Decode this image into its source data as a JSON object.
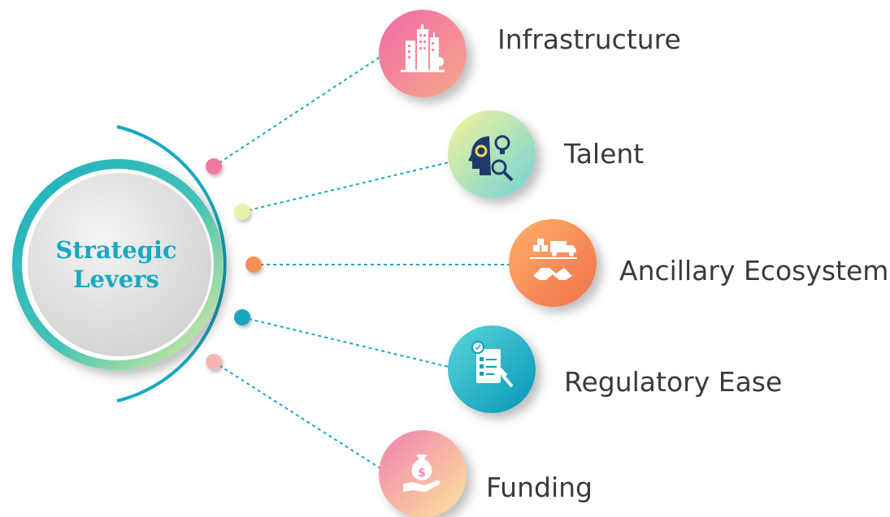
{
  "center": {
    "line1": "Strategic",
    "line2": "Levers"
  },
  "levers": [
    {
      "label": "Infrastructure",
      "icon": "city-buildings-icon"
    },
    {
      "label": "Talent",
      "icon": "head-gear-lightbulb-magnifier-icon"
    },
    {
      "label": "Ancillary Ecosystem",
      "icon": "truck-handshake-icon"
    },
    {
      "label": "Regulatory Ease",
      "icon": "checklist-gavel-icon"
    },
    {
      "label": "Funding",
      "icon": "money-bag-hand-icon"
    }
  ],
  "colors": {
    "accent": "#17a9c0",
    "infrastructure": [
      "#f26aa8",
      "#f4a38a"
    ],
    "talent": [
      "#f6f59a",
      "#7fd6d8"
    ],
    "ancillary": [
      "#f9a15a",
      "#f2784e"
    ],
    "regulatory": [
      "#4fd0d6",
      "#0aa3bd"
    ],
    "funding": [
      "#f28bb3",
      "#fbe598"
    ]
  }
}
